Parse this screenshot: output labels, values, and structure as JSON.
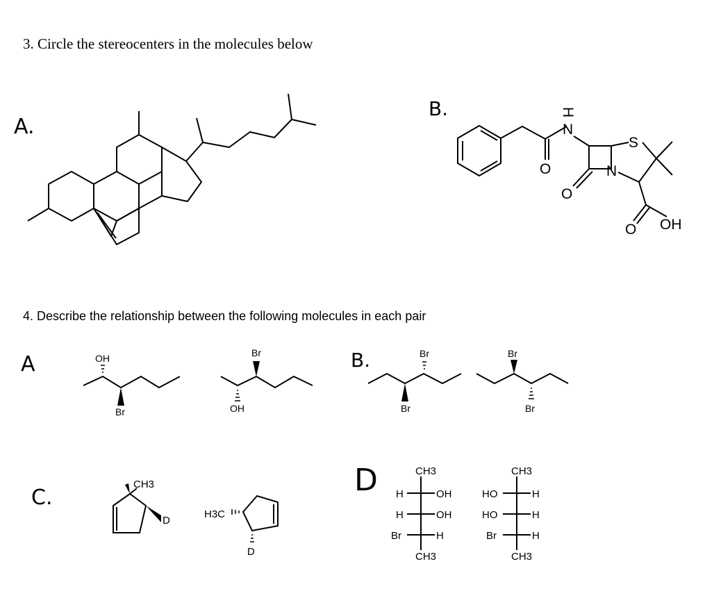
{
  "q3": {
    "prompt": "3. Circle the stereocenters in the molecules below",
    "label_a": "A.",
    "label_b": "B."
  },
  "q3b": {
    "h": "H",
    "n": "N",
    "s": "S",
    "n2": "N",
    "o1": "O",
    "o2": "O",
    "o3": "O",
    "oh": "OH"
  },
  "q4": {
    "prompt": "4. Describe the relationship between the following molecules in each pair",
    "label_a": "A",
    "label_b": "B.",
    "label_c": "C.",
    "label_d": "D"
  },
  "q4a": {
    "mol1_oh": "OH",
    "mol1_br": "Br",
    "mol2_br": "Br",
    "mol2_oh": "OH"
  },
  "q4b": {
    "mol1_br_top": "Br",
    "mol1_br_bottom": "Br",
    "mol2_br_top": "Br",
    "mol2_br_bottom": "Br"
  },
  "q4c": {
    "mol1_ch3": "CH3",
    "mol1_d": "D",
    "mol2_h3c": "H3C",
    "mol2_d": "D"
  },
  "q4d": {
    "left": {
      "top": "CH3",
      "r1_l": "H",
      "r1_r": "OH",
      "r2_l": "H",
      "r2_r": "OH",
      "r3_l": "Br",
      "r3_r": "H",
      "bottom": "CH3"
    },
    "right": {
      "top": "CH3",
      "r1_l": "HO",
      "r1_r": "H",
      "r2_l": "HO",
      "r2_r": "H",
      "r3_l": "Br",
      "r3_r": "H",
      "bottom": "CH3"
    }
  }
}
